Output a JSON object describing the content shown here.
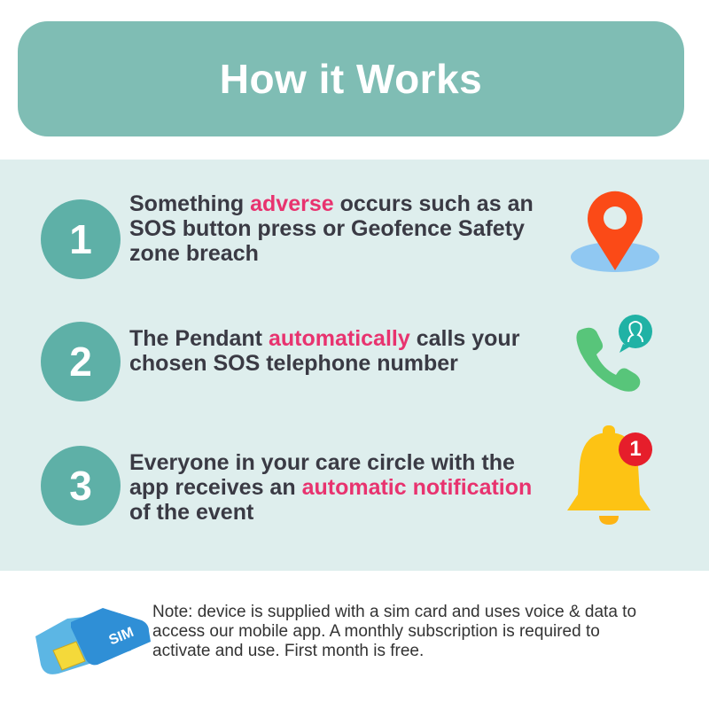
{
  "header": {
    "title": "How it Works"
  },
  "steps": [
    {
      "number": "1",
      "before": "Something ",
      "highlight": "adverse",
      "after": " occurs such as an SOS button press or Geofence Safety zone breach",
      "icon": "location-pin-icon"
    },
    {
      "number": "2",
      "before": "The Pendant ",
      "highlight": "automatically",
      "after": " calls your chosen SOS telephone number",
      "icon": "phone-contact-icon"
    },
    {
      "number": "3",
      "before": "Everyone in your care circle with the app receives an ",
      "highlight": "automatic notification",
      "after": " of the event",
      "icon": "notification-bell-icon",
      "badge": "1"
    }
  ],
  "sim": {
    "label": "SIM"
  },
  "note": "Note: device is supplied with a sim card and uses voice & data to access our mobile app. A monthly subscription is required to activate and use. First month is free.",
  "colors": {
    "header": "#7fbdb4",
    "panel": "#deeeed",
    "circle": "#5eb0a7",
    "highlight": "#e8336f",
    "text": "#3a3a44"
  }
}
